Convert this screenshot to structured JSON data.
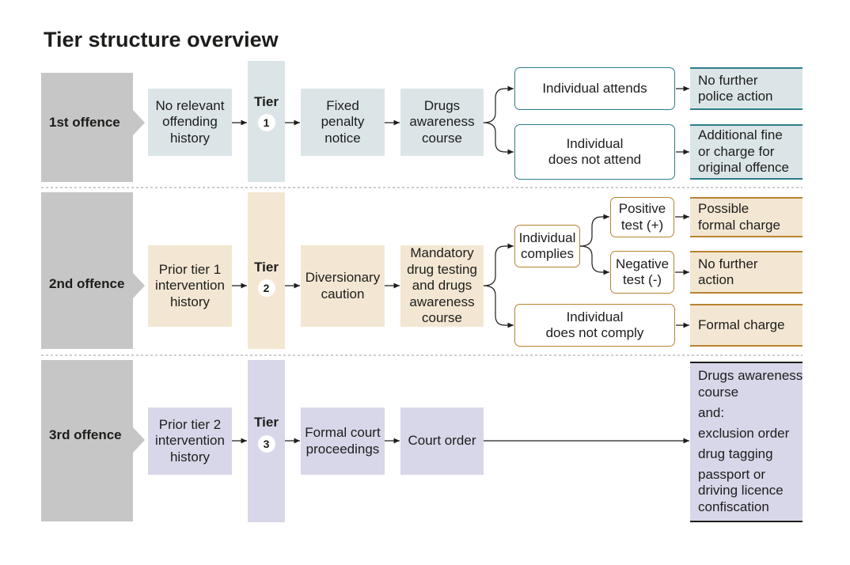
{
  "title": "Tier structure overview",
  "colors": {
    "offence_gray": "#c6c6c6",
    "tier1_fill": "#dbe5e8",
    "tier1_accent": "#2d7e8c",
    "tier2_fill": "#f3e7d3",
    "tier2_accent": "#b8832f",
    "tier3_fill": "#d8d7e9",
    "tier3_accent": "#33377a"
  },
  "tier1": {
    "offence": "1st offence",
    "history": "No relevant\noffending\nhistory",
    "tier_label": "Tier",
    "tier_number": "1",
    "intervention": "Fixed\npenalty\nnotice",
    "requirement": "Drugs\nawareness\ncourse",
    "decisions": [
      "Individual attends",
      "Individual\ndoes not attend"
    ],
    "outcomes": [
      "No further\npolice action",
      "Additional fine\nor charge for\noriginal offence"
    ]
  },
  "tier2": {
    "offence": "2nd offence",
    "history": "Prior tier 1\nintervention\nhistory",
    "tier_label": "Tier",
    "tier_number": "2",
    "intervention": "Diversionary\ncaution",
    "requirement": "Mandatory\ndrug testing\nand drugs\nawareness\ncourse",
    "decisions": [
      "Individual\ncomplies",
      "Individual\ndoes not comply"
    ],
    "tests": [
      "Positive\ntest (+)",
      "Negative\ntest (-)"
    ],
    "outcomes": [
      "Possible\nformal charge",
      "No further\naction",
      "Formal charge"
    ]
  },
  "tier3": {
    "offence": "3rd offence",
    "history": "Prior tier 2\nintervention\nhistory",
    "tier_label": "Tier",
    "tier_number": "3",
    "intervention": "Formal court\nproceedings",
    "requirement": "Court order",
    "outcome": {
      "course": "Drugs awareness\ncourse",
      "connector": "and:",
      "orders": [
        "exclusion order",
        "drug tagging",
        "passport or\ndriving licence\nconfiscation"
      ]
    }
  }
}
